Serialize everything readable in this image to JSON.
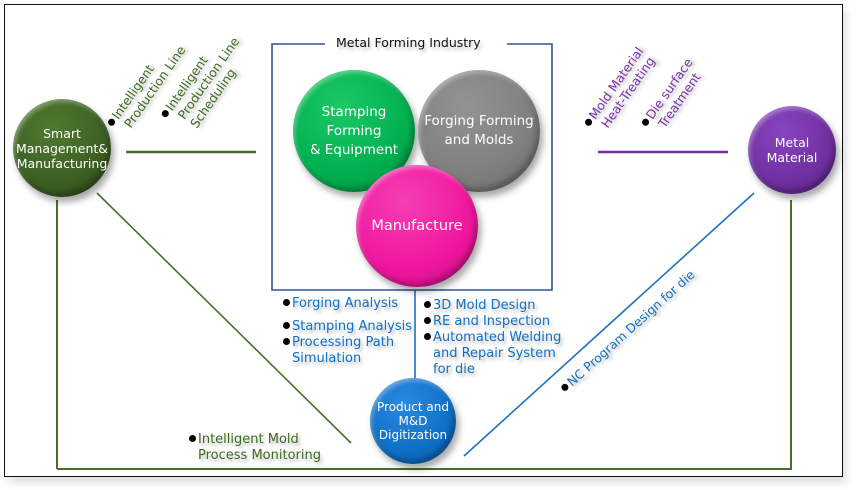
{
  "diagram": {
    "center_box_title": "Metal Forming Industry",
    "nodes": {
      "smart_management": {
        "label_lines": [
          "Smart",
          "Management&",
          "Manufacturing"
        ],
        "color": "#3d5f23"
      },
      "metal_material": {
        "label_lines": [
          "Metal",
          "Material"
        ],
        "color": "#7030a0"
      },
      "stamping": {
        "label_lines": [
          "Stamping Forming",
          "& Equipment"
        ],
        "color": "#00b050"
      },
      "forging": {
        "label_lines": [
          "Forging Forming",
          "and Molds"
        ],
        "color": "#7f7f7f"
      },
      "manufacture": {
        "label_lines": [
          "Manufacture"
        ],
        "color": "#f0169e"
      },
      "digitization": {
        "label_lines": [
          "Product and",
          "M&D",
          "Digitization"
        ],
        "color": "#0e6fc6"
      }
    },
    "smart_management_items": [
      {
        "lines": [
          "Intelligent",
          "Production Line"
        ]
      },
      {
        "lines": [
          "Intelligent",
          "Production Line",
          "Scheduling"
        ]
      }
    ],
    "metal_material_items": [
      {
        "lines": [
          "Mold Material",
          "Heat-Treating"
        ]
      },
      {
        "lines": [
          "Die surface",
          "Treatment"
        ]
      }
    ],
    "analysis_items_left": [
      {
        "lines": [
          "Forging Analysis"
        ]
      },
      {
        "lines": [
          "Stamping Analysis"
        ]
      },
      {
        "lines": [
          "Processing Path",
          "Simulation"
        ]
      }
    ],
    "analysis_items_right": [
      {
        "lines": [
          "3D Mold Design"
        ]
      },
      {
        "lines": [
          "RE and Inspection"
        ]
      },
      {
        "lines": [
          "Automated Welding",
          "and Repair System",
          "for die"
        ]
      }
    ],
    "nc_item": "NC Program Design for die",
    "monitoring_item": [
      "Intelligent Mold",
      "Process Monitoring"
    ],
    "colors": {
      "green_line": "#4a6e2b",
      "purple_line": "#7030a0",
      "blue_line": "#1f70c1",
      "box_line": "#2f5597"
    }
  }
}
